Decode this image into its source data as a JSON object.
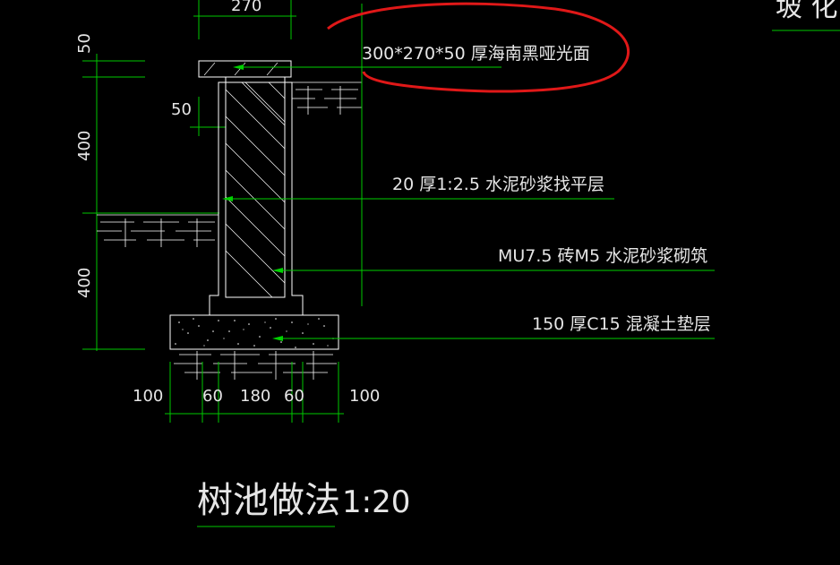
{
  "cad": {
    "top_partial_label": "270",
    "corner_partial_label": "坡 化",
    "dims_left": {
      "top": "50",
      "upper": "400",
      "lower": "400",
      "ledge": "50"
    },
    "dims_bottom": [
      "100",
      "60",
      "180",
      "60",
      "100"
    ],
    "notes": {
      "cap": "300*270*50    厚海南黑哑光面",
      "plaster": "20  厚1:2.5   水泥砂浆找平层",
      "brick": "MU7.5   砖M5  水泥砂浆砌筑",
      "concrete": "150  厚C15  混凝土垫层"
    },
    "title": "树池做法",
    "scale": "1:20",
    "colors": {
      "background": "#000000",
      "dimension_line": "#00c800",
      "leader_line": "#00d000",
      "outline": "#ffffff",
      "annotation_circle": "#e01818",
      "text": "#e6e6e6"
    }
  }
}
